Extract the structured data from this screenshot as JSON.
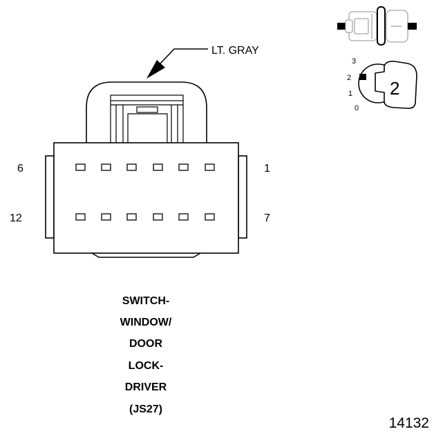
{
  "connector": {
    "color_label": "LT. GRAY",
    "pin_labels": {
      "top_left": "6",
      "top_right": "1",
      "bottom_left": "12",
      "bottom_right": "7"
    }
  },
  "key_icon": {
    "positions": [
      "3",
      "2",
      "1",
      "0"
    ],
    "key_number": "2"
  },
  "title_lines": [
    "SWITCH-",
    "WINDOW/",
    "DOOR",
    "LOCK-",
    "DRIVER",
    "(JS27)"
  ],
  "figure_number": "14132"
}
